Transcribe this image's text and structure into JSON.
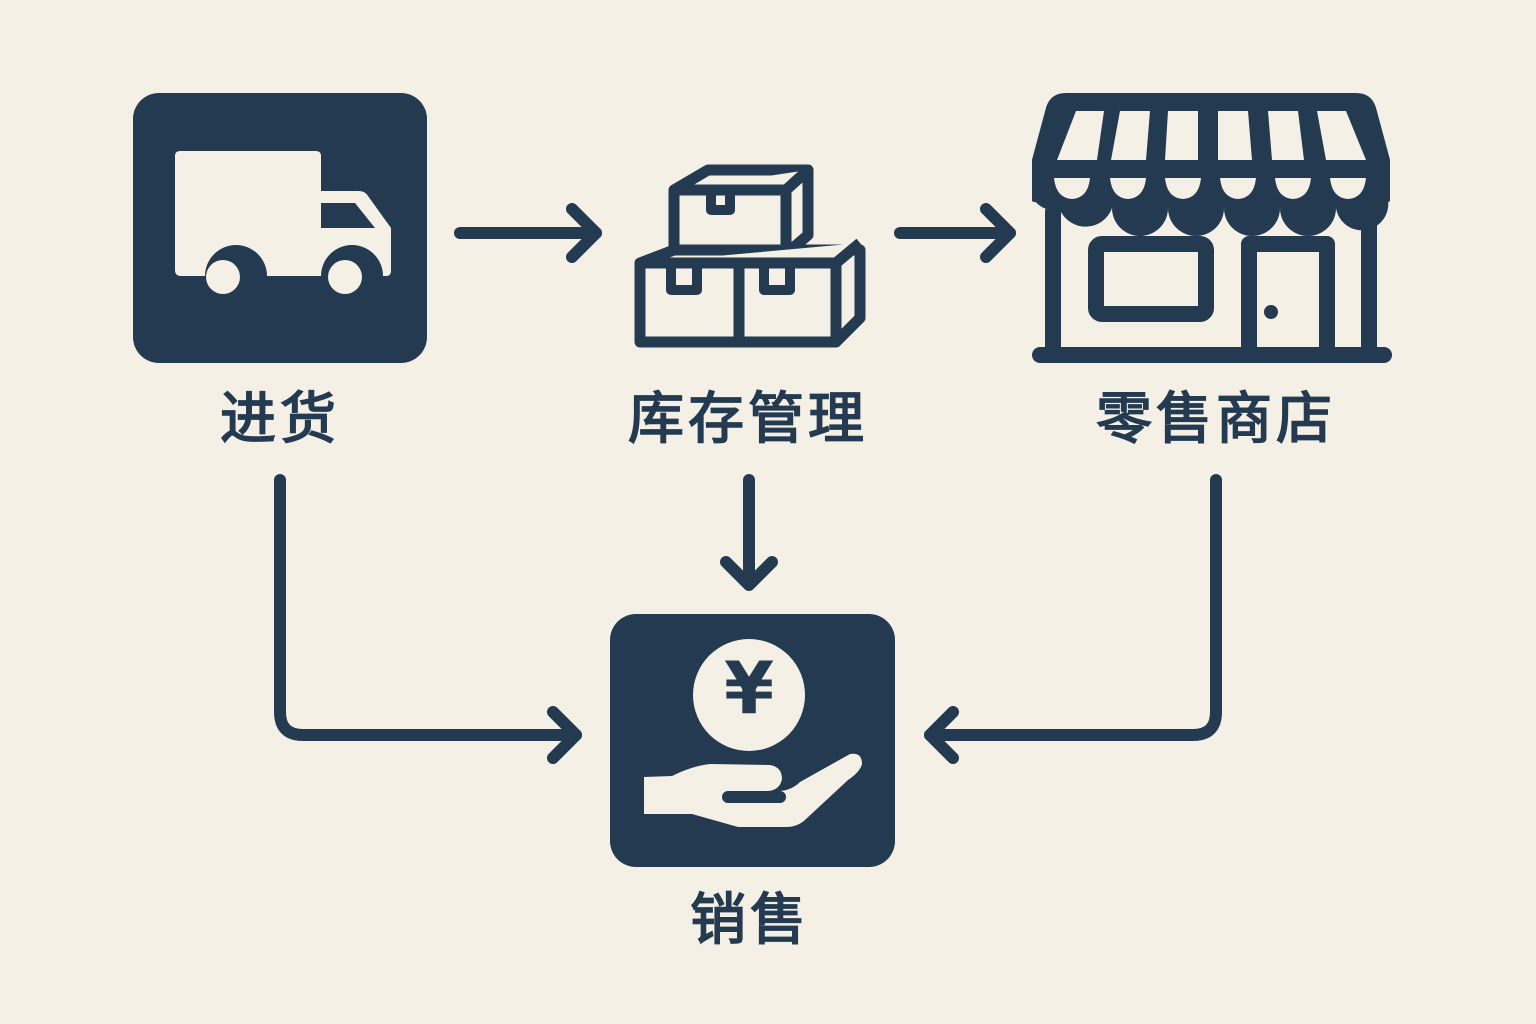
{
  "diagram": {
    "title": "",
    "colors": {
      "background": "#f4f0e6",
      "primary": "#233a50",
      "icon_fill": "#f4f0e6"
    },
    "nodes": [
      {
        "id": "purchasing",
        "label": "进货",
        "icon": "truck-icon"
      },
      {
        "id": "inventory",
        "label": "库存管理",
        "icon": "boxes-icon"
      },
      {
        "id": "retail",
        "label": "零售商店",
        "icon": "storefront-icon"
      },
      {
        "id": "sales",
        "label": "销售",
        "icon": "yen-coin-hand-icon"
      }
    ],
    "edges": [
      {
        "from": "purchasing",
        "to": "inventory"
      },
      {
        "from": "inventory",
        "to": "retail"
      },
      {
        "from": "inventory",
        "to": "sales"
      },
      {
        "from": "purchasing",
        "to": "sales"
      },
      {
        "from": "retail",
        "to": "sales"
      }
    ],
    "yen_symbol": "¥"
  }
}
